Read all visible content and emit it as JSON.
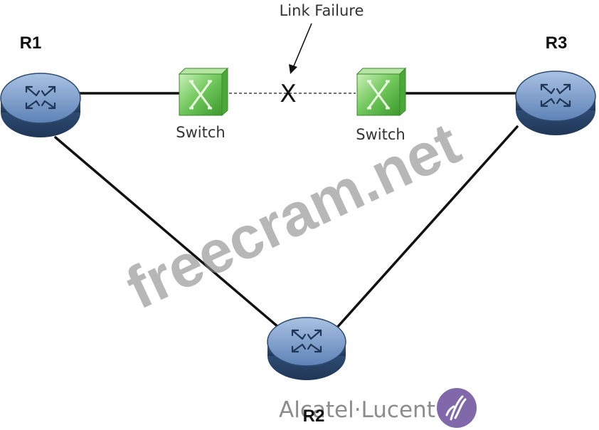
{
  "routers": [
    {
      "id": "r1",
      "label": "R1"
    },
    {
      "id": "r2",
      "label": "R2"
    },
    {
      "id": "r3",
      "label": "R3"
    }
  ],
  "switches": [
    {
      "id": "switch-left",
      "label": "Switch"
    },
    {
      "id": "switch-right",
      "label": "Switch"
    }
  ],
  "link_failure": {
    "label": "Link Failure",
    "marker": "X"
  },
  "watermark": "freecram.net",
  "brand": {
    "name": "Alcatel·Lucent",
    "logo_icon": "alcatel-lucent-logo-icon"
  },
  "colors": {
    "router_fill": "#6f93c2",
    "router_edge": "#2e4a6e",
    "switch_fill": "#7fcf6a",
    "link": "#111111",
    "brand_purple": "#6b4e9b"
  }
}
